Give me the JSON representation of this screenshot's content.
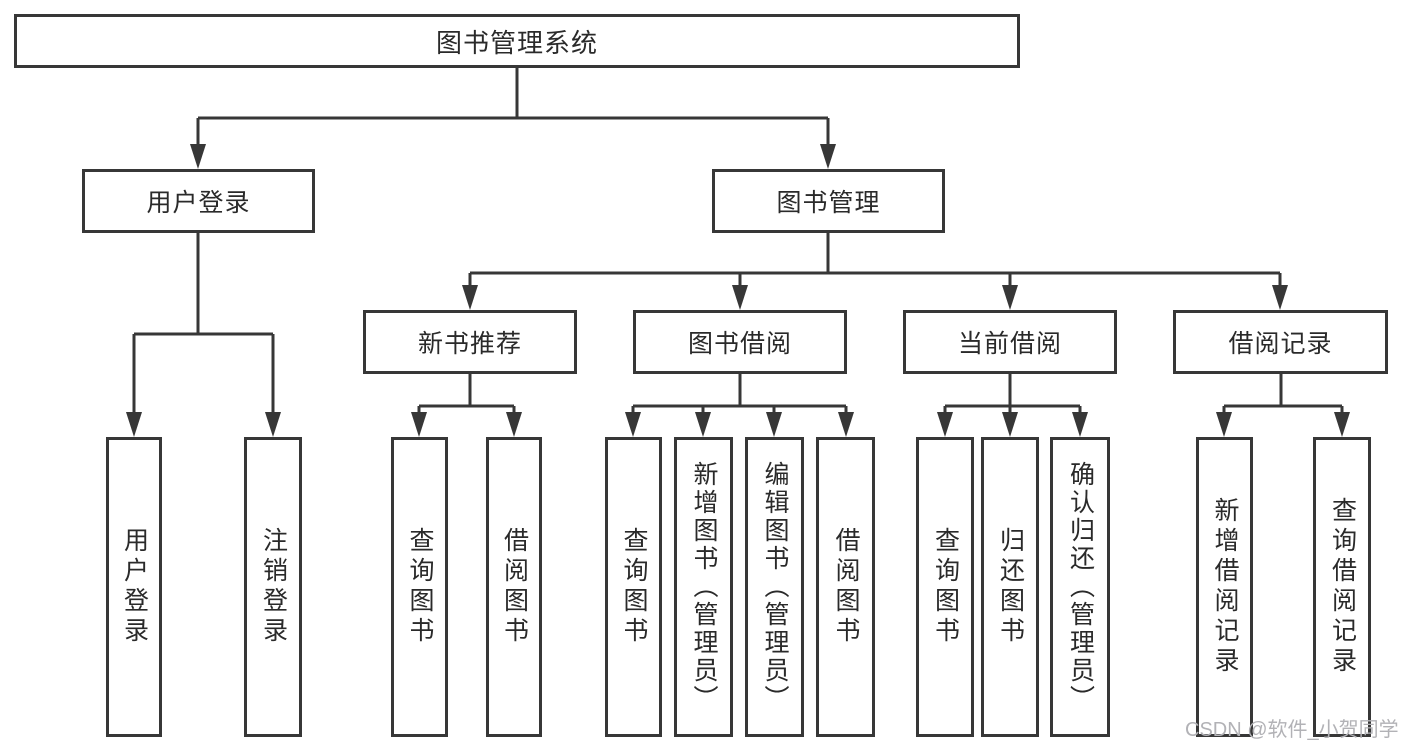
{
  "diagram": {
    "title": "图书管理系统",
    "branches": [
      {
        "label": "用户登录",
        "children": [
          "用户登录",
          "注销登录"
        ]
      },
      {
        "label": "图书管理",
        "children": [
          {
            "label": "新书推荐",
            "children": [
              "查询图书",
              "借阅图书"
            ]
          },
          {
            "label": "图书借阅",
            "children": [
              "查询图书",
              "新增图书（管理员）",
              "编辑图书（管理员）",
              "借阅图书"
            ]
          },
          {
            "label": "当前借阅",
            "children": [
              "查询图书",
              "归还图书",
              "确认归还（管理员）"
            ]
          },
          {
            "label": "借阅记录",
            "children": [
              "新增借阅记录",
              "查询借阅记录"
            ]
          }
        ]
      }
    ]
  },
  "watermark": {
    "text": "CSDN @软件_小贺同学"
  },
  "colors": {
    "line": "#373737",
    "text": "#2a2a2a",
    "box_background": "#ffffff",
    "page_background": "#ffffff",
    "watermark": "#b2b2b6"
  }
}
